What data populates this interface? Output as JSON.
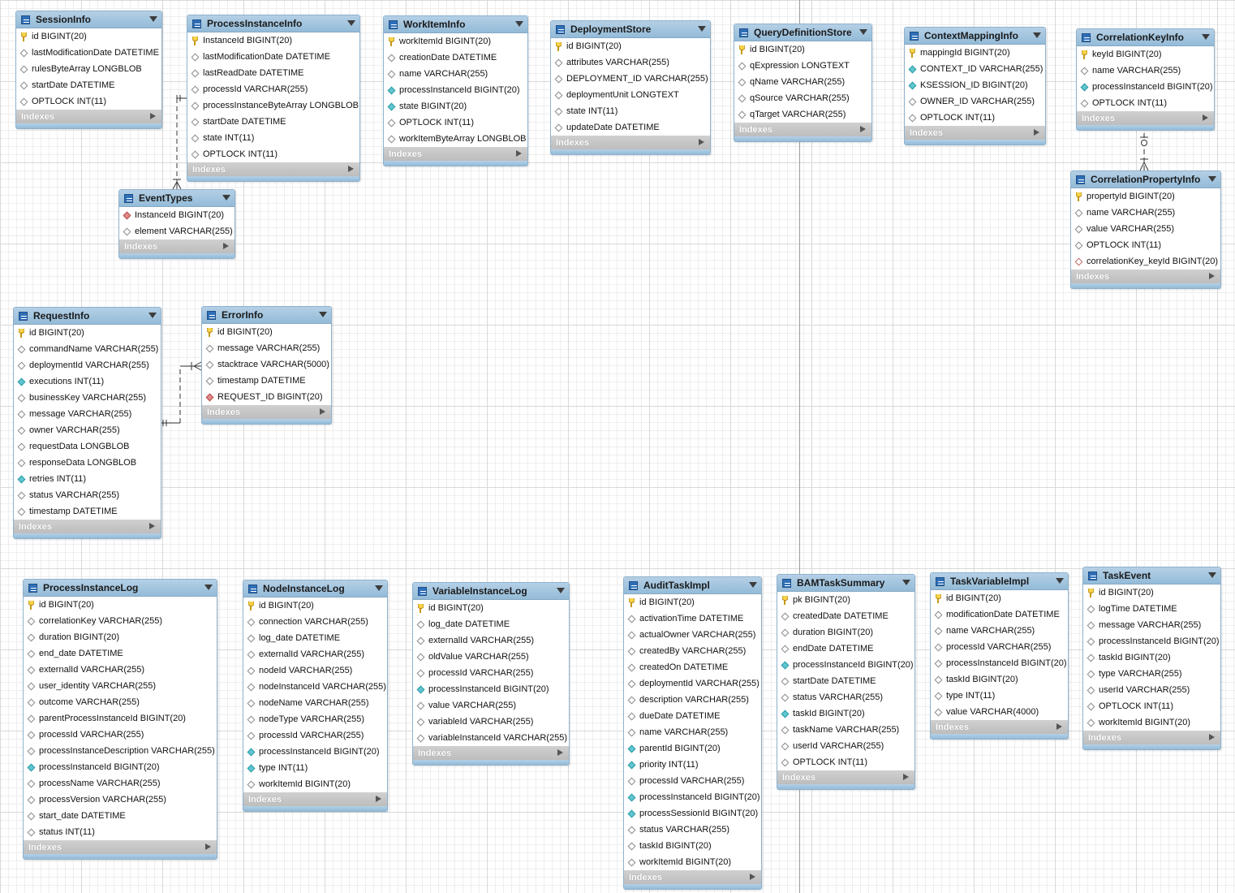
{
  "section_label": "Indexes",
  "tables": [
    {
      "id": "SessionInfo",
      "name": "SessionInfo",
      "columns": [
        {
          "text": "id BIGINT(20)",
          "kind": "pk"
        },
        {
          "text": "lastModificationDate DATETIME",
          "kind": "none"
        },
        {
          "text": "rulesByteArray LONGBLOB",
          "kind": "none"
        },
        {
          "text": "startDate DATETIME",
          "kind": "none"
        },
        {
          "text": "OPTLOCK INT(11)",
          "kind": "none"
        }
      ]
    },
    {
      "id": "ProcessInstanceInfo",
      "name": "ProcessInstanceInfo",
      "columns": [
        {
          "text": "InstanceId BIGINT(20)",
          "kind": "pk"
        },
        {
          "text": "lastModificationDate DATETIME",
          "kind": "none"
        },
        {
          "text": "lastReadDate DATETIME",
          "kind": "none"
        },
        {
          "text": "processId VARCHAR(255)",
          "kind": "none"
        },
        {
          "text": "processInstanceByteArray LONGBLOB",
          "kind": "none"
        },
        {
          "text": "startDate DATETIME",
          "kind": "none"
        },
        {
          "text": "state INT(11)",
          "kind": "none"
        },
        {
          "text": "OPTLOCK INT(11)",
          "kind": "none"
        }
      ]
    },
    {
      "id": "WorkItemInfo",
      "name": "WorkItemInfo",
      "columns": [
        {
          "text": "workItemId BIGINT(20)",
          "kind": "pk"
        },
        {
          "text": "creationDate DATETIME",
          "kind": "none"
        },
        {
          "text": "name VARCHAR(255)",
          "kind": "none"
        },
        {
          "text": "processInstanceId BIGINT(20)",
          "kind": "nn"
        },
        {
          "text": "state BIGINT(20)",
          "kind": "nn"
        },
        {
          "text": "OPTLOCK INT(11)",
          "kind": "none"
        },
        {
          "text": "workItemByteArray LONGBLOB",
          "kind": "none"
        }
      ]
    },
    {
      "id": "DeploymentStore",
      "name": "DeploymentStore",
      "columns": [
        {
          "text": "id BIGINT(20)",
          "kind": "pk"
        },
        {
          "text": "attributes VARCHAR(255)",
          "kind": "none"
        },
        {
          "text": "DEPLOYMENT_ID VARCHAR(255)",
          "kind": "none"
        },
        {
          "text": "deploymentUnit LONGTEXT",
          "kind": "none"
        },
        {
          "text": "state INT(11)",
          "kind": "none"
        },
        {
          "text": "updateDate DATETIME",
          "kind": "none"
        }
      ]
    },
    {
      "id": "QueryDefinitionStore",
      "name": "QueryDefinitionStore",
      "columns": [
        {
          "text": "id BIGINT(20)",
          "kind": "pk"
        },
        {
          "text": "qExpression LONGTEXT",
          "kind": "none"
        },
        {
          "text": "qName VARCHAR(255)",
          "kind": "none"
        },
        {
          "text": "qSource VARCHAR(255)",
          "kind": "none"
        },
        {
          "text": "qTarget VARCHAR(255)",
          "kind": "none"
        }
      ]
    },
    {
      "id": "ContextMappingInfo",
      "name": "ContextMappingInfo",
      "columns": [
        {
          "text": "mappingId BIGINT(20)",
          "kind": "pk"
        },
        {
          "text": "CONTEXT_ID VARCHAR(255)",
          "kind": "nn"
        },
        {
          "text": "KSESSION_ID BIGINT(20)",
          "kind": "nn"
        },
        {
          "text": "OWNER_ID VARCHAR(255)",
          "kind": "none"
        },
        {
          "text": "OPTLOCK INT(11)",
          "kind": "none"
        }
      ]
    },
    {
      "id": "CorrelationKeyInfo",
      "name": "CorrelationKeyInfo",
      "columns": [
        {
          "text": "keyId BIGINT(20)",
          "kind": "pk"
        },
        {
          "text": "name VARCHAR(255)",
          "kind": "none"
        },
        {
          "text": "processInstanceId BIGINT(20)",
          "kind": "nn"
        },
        {
          "text": "OPTLOCK INT(11)",
          "kind": "none"
        }
      ]
    },
    {
      "id": "EventTypes",
      "name": "EventTypes",
      "columns": [
        {
          "text": "InstanceId BIGINT(20)",
          "kind": "fk"
        },
        {
          "text": "element VARCHAR(255)",
          "kind": "none"
        }
      ]
    },
    {
      "id": "CorrelationPropertyInfo",
      "name": "CorrelationPropertyInfo",
      "columns": [
        {
          "text": "propertyId BIGINT(20)",
          "kind": "pk"
        },
        {
          "text": "name VARCHAR(255)",
          "kind": "none"
        },
        {
          "text": "value VARCHAR(255)",
          "kind": "none"
        },
        {
          "text": "OPTLOCK INT(11)",
          "kind": "none"
        },
        {
          "text": "correlationKey_keyId BIGINT(20)",
          "kind": "fkn"
        }
      ]
    },
    {
      "id": "RequestInfo",
      "name": "RequestInfo",
      "columns": [
        {
          "text": "id BIGINT(20)",
          "kind": "pk"
        },
        {
          "text": "commandName VARCHAR(255)",
          "kind": "none"
        },
        {
          "text": "deploymentId VARCHAR(255)",
          "kind": "none"
        },
        {
          "text": "executions INT(11)",
          "kind": "nn"
        },
        {
          "text": "businessKey VARCHAR(255)",
          "kind": "none"
        },
        {
          "text": "message VARCHAR(255)",
          "kind": "none"
        },
        {
          "text": "owner VARCHAR(255)",
          "kind": "none"
        },
        {
          "text": "requestData LONGBLOB",
          "kind": "none"
        },
        {
          "text": "responseData LONGBLOB",
          "kind": "none"
        },
        {
          "text": "retries INT(11)",
          "kind": "nn"
        },
        {
          "text": "status VARCHAR(255)",
          "kind": "none"
        },
        {
          "text": "timestamp DATETIME",
          "kind": "none"
        }
      ]
    },
    {
      "id": "ErrorInfo",
      "name": "ErrorInfo",
      "columns": [
        {
          "text": "id BIGINT(20)",
          "kind": "pk"
        },
        {
          "text": "message VARCHAR(255)",
          "kind": "none"
        },
        {
          "text": "stacktrace VARCHAR(5000)",
          "kind": "none"
        },
        {
          "text": "timestamp DATETIME",
          "kind": "none"
        },
        {
          "text": "REQUEST_ID BIGINT(20)",
          "kind": "fk"
        }
      ]
    },
    {
      "id": "ProcessInstanceLog",
      "name": "ProcessInstanceLog",
      "columns": [
        {
          "text": "id BIGINT(20)",
          "kind": "pk"
        },
        {
          "text": "correlationKey VARCHAR(255)",
          "kind": "none"
        },
        {
          "text": "duration BIGINT(20)",
          "kind": "none"
        },
        {
          "text": "end_date DATETIME",
          "kind": "none"
        },
        {
          "text": "externalId VARCHAR(255)",
          "kind": "none"
        },
        {
          "text": "user_identity VARCHAR(255)",
          "kind": "none"
        },
        {
          "text": "outcome VARCHAR(255)",
          "kind": "none"
        },
        {
          "text": "parentProcessInstanceId BIGINT(20)",
          "kind": "none"
        },
        {
          "text": "processId VARCHAR(255)",
          "kind": "none"
        },
        {
          "text": "processInstanceDescription VARCHAR(255)",
          "kind": "none"
        },
        {
          "text": "processInstanceId BIGINT(20)",
          "kind": "nn"
        },
        {
          "text": "processName VARCHAR(255)",
          "kind": "none"
        },
        {
          "text": "processVersion VARCHAR(255)",
          "kind": "none"
        },
        {
          "text": "start_date DATETIME",
          "kind": "none"
        },
        {
          "text": "status INT(11)",
          "kind": "none"
        }
      ]
    },
    {
      "id": "NodeInstanceLog",
      "name": "NodeInstanceLog",
      "columns": [
        {
          "text": "id BIGINT(20)",
          "kind": "pk"
        },
        {
          "text": "connection VARCHAR(255)",
          "kind": "none"
        },
        {
          "text": "log_date DATETIME",
          "kind": "none"
        },
        {
          "text": "externalId VARCHAR(255)",
          "kind": "none"
        },
        {
          "text": "nodeId VARCHAR(255)",
          "kind": "none"
        },
        {
          "text": "nodeInstanceId VARCHAR(255)",
          "kind": "none"
        },
        {
          "text": "nodeName VARCHAR(255)",
          "kind": "none"
        },
        {
          "text": "nodeType VARCHAR(255)",
          "kind": "none"
        },
        {
          "text": "processId VARCHAR(255)",
          "kind": "none"
        },
        {
          "text": "processInstanceId BIGINT(20)",
          "kind": "nn"
        },
        {
          "text": "type INT(11)",
          "kind": "nn"
        },
        {
          "text": "workItemId BIGINT(20)",
          "kind": "none"
        }
      ]
    },
    {
      "id": "VariableInstanceLog",
      "name": "VariableInstanceLog",
      "columns": [
        {
          "text": "id BIGINT(20)",
          "kind": "pk"
        },
        {
          "text": "log_date DATETIME",
          "kind": "none"
        },
        {
          "text": "externalId VARCHAR(255)",
          "kind": "none"
        },
        {
          "text": "oldValue VARCHAR(255)",
          "kind": "none"
        },
        {
          "text": "processId VARCHAR(255)",
          "kind": "none"
        },
        {
          "text": "processInstanceId BIGINT(20)",
          "kind": "nn"
        },
        {
          "text": "value VARCHAR(255)",
          "kind": "none"
        },
        {
          "text": "variableId VARCHAR(255)",
          "kind": "none"
        },
        {
          "text": "variableInstanceId VARCHAR(255)",
          "kind": "none"
        }
      ]
    },
    {
      "id": "AuditTaskImpl",
      "name": "AuditTaskImpl",
      "columns": [
        {
          "text": "id BIGINT(20)",
          "kind": "pk"
        },
        {
          "text": "activationTime DATETIME",
          "kind": "none"
        },
        {
          "text": "actualOwner VARCHAR(255)",
          "kind": "none"
        },
        {
          "text": "createdBy VARCHAR(255)",
          "kind": "none"
        },
        {
          "text": "createdOn DATETIME",
          "kind": "none"
        },
        {
          "text": "deploymentId VARCHAR(255)",
          "kind": "none"
        },
        {
          "text": "description VARCHAR(255)",
          "kind": "none"
        },
        {
          "text": "dueDate DATETIME",
          "kind": "none"
        },
        {
          "text": "name VARCHAR(255)",
          "kind": "none"
        },
        {
          "text": "parentId BIGINT(20)",
          "kind": "nn"
        },
        {
          "text": "priority INT(11)",
          "kind": "nn"
        },
        {
          "text": "processId VARCHAR(255)",
          "kind": "none"
        },
        {
          "text": "processInstanceId BIGINT(20)",
          "kind": "nn"
        },
        {
          "text": "processSessionId BIGINT(20)",
          "kind": "nn"
        },
        {
          "text": "status VARCHAR(255)",
          "kind": "none"
        },
        {
          "text": "taskId BIGINT(20)",
          "kind": "none"
        },
        {
          "text": "workItemId BIGINT(20)",
          "kind": "none"
        }
      ]
    },
    {
      "id": "BAMTaskSummary",
      "name": "BAMTaskSummary",
      "columns": [
        {
          "text": "pk BIGINT(20)",
          "kind": "pk"
        },
        {
          "text": "createdDate DATETIME",
          "kind": "none"
        },
        {
          "text": "duration BIGINT(20)",
          "kind": "none"
        },
        {
          "text": "endDate DATETIME",
          "kind": "none"
        },
        {
          "text": "processInstanceId BIGINT(20)",
          "kind": "nn"
        },
        {
          "text": "startDate DATETIME",
          "kind": "none"
        },
        {
          "text": "status VARCHAR(255)",
          "kind": "none"
        },
        {
          "text": "taskId BIGINT(20)",
          "kind": "nn"
        },
        {
          "text": "taskName VARCHAR(255)",
          "kind": "none"
        },
        {
          "text": "userId VARCHAR(255)",
          "kind": "none"
        },
        {
          "text": "OPTLOCK INT(11)",
          "kind": "none"
        }
      ]
    },
    {
      "id": "TaskVariableImpl",
      "name": "TaskVariableImpl",
      "columns": [
        {
          "text": "id BIGINT(20)",
          "kind": "pk"
        },
        {
          "text": "modificationDate DATETIME",
          "kind": "none"
        },
        {
          "text": "name VARCHAR(255)",
          "kind": "none"
        },
        {
          "text": "processId VARCHAR(255)",
          "kind": "none"
        },
        {
          "text": "processInstanceId BIGINT(20)",
          "kind": "none"
        },
        {
          "text": "taskId BIGINT(20)",
          "kind": "none"
        },
        {
          "text": "type INT(11)",
          "kind": "none"
        },
        {
          "text": "value VARCHAR(4000)",
          "kind": "none"
        }
      ]
    },
    {
      "id": "TaskEvent",
      "name": "TaskEvent",
      "columns": [
        {
          "text": "id BIGINT(20)",
          "kind": "pk"
        },
        {
          "text": "logTime DATETIME",
          "kind": "none"
        },
        {
          "text": "message VARCHAR(255)",
          "kind": "none"
        },
        {
          "text": "processInstanceId BIGINT(20)",
          "kind": "none"
        },
        {
          "text": "taskId BIGINT(20)",
          "kind": "none"
        },
        {
          "text": "type VARCHAR(255)",
          "kind": "none"
        },
        {
          "text": "userId VARCHAR(255)",
          "kind": "none"
        },
        {
          "text": "OPTLOCK INT(11)",
          "kind": "none"
        },
        {
          "text": "workItemId BIGINT(20)",
          "kind": "none"
        }
      ]
    }
  ],
  "relations": [
    {
      "from": "ProcessInstanceInfo",
      "to": "EventTypes",
      "style": "identifying",
      "cardinality": "one-to-many"
    },
    {
      "from": "RequestInfo",
      "to": "ErrorInfo",
      "style": "identifying",
      "cardinality": "one-to-many"
    },
    {
      "from": "CorrelationKeyInfo",
      "to": "CorrelationPropertyInfo",
      "style": "non-identifying",
      "cardinality": "zero-or-one-to-many"
    }
  ],
  "colors": {
    "header": "#a6c6df",
    "index_bar": "#c6c6c6",
    "not_null_marker": "#61c6d0",
    "foreign_key_marker": "#e08a8a",
    "primary_key_marker": "#f6d24a"
  }
}
